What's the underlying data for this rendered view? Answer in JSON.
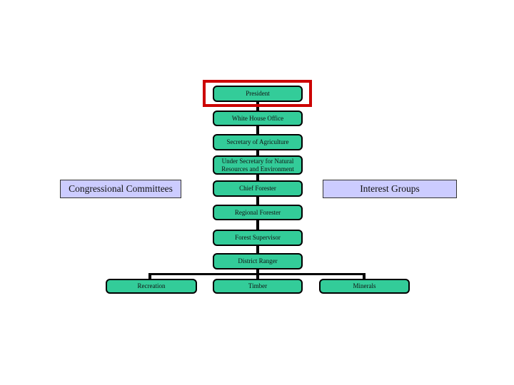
{
  "colors": {
    "node_fill": "#33CC99",
    "node_border": "#000000",
    "side_fill": "#CCCCFF",
    "side_border": "#333333",
    "highlight_border": "#CC0000",
    "connector": "#000000",
    "background": "#FFFFFF",
    "text": "#111111"
  },
  "org_chart": {
    "title": "",
    "highlighted_node": "President",
    "chain": [
      {
        "label": "President"
      },
      {
        "label": "White House Office"
      },
      {
        "label": "Secretary of Agriculture"
      },
      {
        "label": "Under Secretary for Natural Resources and Environment"
      },
      {
        "label": "Chief Forester"
      },
      {
        "label": "Regional Forester"
      },
      {
        "label": "Forest Supervisor"
      },
      {
        "label": "District Ranger"
      }
    ],
    "side_boxes": [
      {
        "label": "Congressional Committees",
        "side": "left"
      },
      {
        "label": "Interest Groups",
        "side": "right"
      }
    ],
    "leaves": [
      {
        "label": "Recreation"
      },
      {
        "label": "Timber"
      },
      {
        "label": "Minerals"
      }
    ]
  }
}
